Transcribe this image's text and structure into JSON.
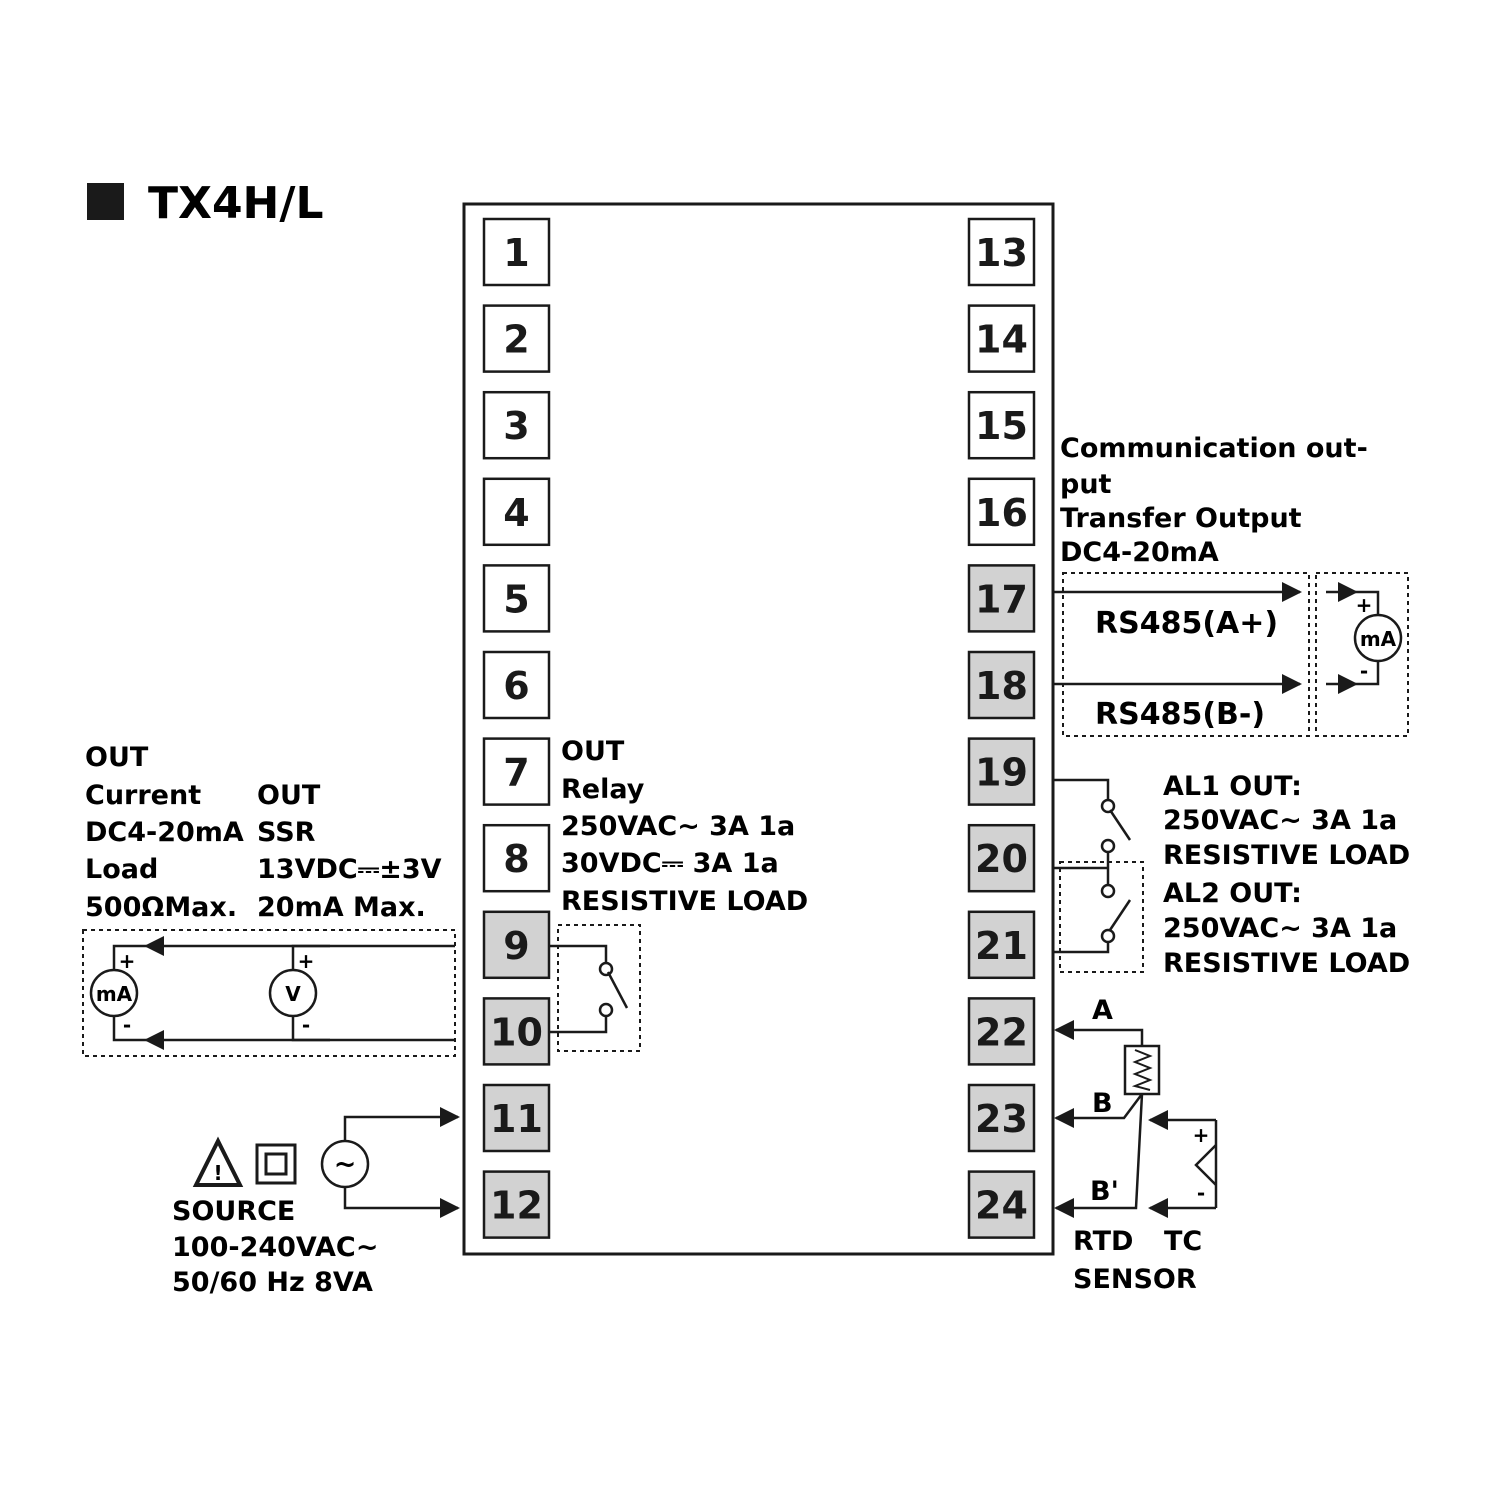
{
  "title": "TX4H/L",
  "terminals": [
    "1",
    "2",
    "3",
    "4",
    "5",
    "6",
    "7",
    "8",
    "9",
    "10",
    "11",
    "12",
    "13",
    "14",
    "15",
    "16",
    "17",
    "18",
    "19",
    "20",
    "21",
    "22",
    "23",
    "24"
  ],
  "highlighted_terminals": [
    "9",
    "10",
    "11",
    "12",
    "17",
    "18",
    "19",
    "20",
    "21",
    "22",
    "23",
    "24"
  ],
  "colors": {
    "line": "#1a1a1a",
    "highlight_fill": "#d2d2d2"
  },
  "out_current": {
    "lines": [
      "OUT",
      "Current",
      "DC4-20mA",
      "Load",
      "500ΩMax."
    ]
  },
  "out_ssr": {
    "lines": [
      "OUT",
      "SSR",
      "13VDC⎓±3V",
      "20mA Max."
    ]
  },
  "out_relay": {
    "lines": [
      "OUT",
      "Relay",
      "250VAC∼ 3A 1a",
      "30VDC⎓ 3A 1a",
      "RESISTIVE LOAD"
    ]
  },
  "communication": {
    "lines": [
      "Communication out-",
      "put",
      "Transfer Output",
      "DC4-20mA"
    ]
  },
  "rs485": {
    "a": "RS485(A+)",
    "b": "RS485(B-)"
  },
  "alarms": {
    "lines": [
      "AL1 OUT:",
      "250VAC∼ 3A 1a",
      "RESISTIVE LOAD",
      "AL2 OUT:",
      "250VAC∼ 3A 1a",
      "RESISTIVE LOAD"
    ]
  },
  "source": {
    "lines": [
      "SOURCE",
      "100-240VAC∼",
      "50/60 Hz 8VA"
    ]
  },
  "sensor": {
    "a": "A",
    "b": "B",
    "b_prime": "B'",
    "rtd": "RTD",
    "tc": "TC",
    "sensor": "SENSOR"
  },
  "meters": {
    "ma": "mA",
    "v": "V",
    "ac": "~",
    "plus": "+",
    "minus": "-"
  },
  "icons": [
    "square-bullet-icon",
    "warning-triangle-icon",
    "double-insulation-icon",
    "ac-source-icon",
    "milliammeter-icon",
    "voltmeter-icon",
    "relay-contact-icon",
    "rtd-resistor-icon",
    "thermocouple-icon"
  ]
}
